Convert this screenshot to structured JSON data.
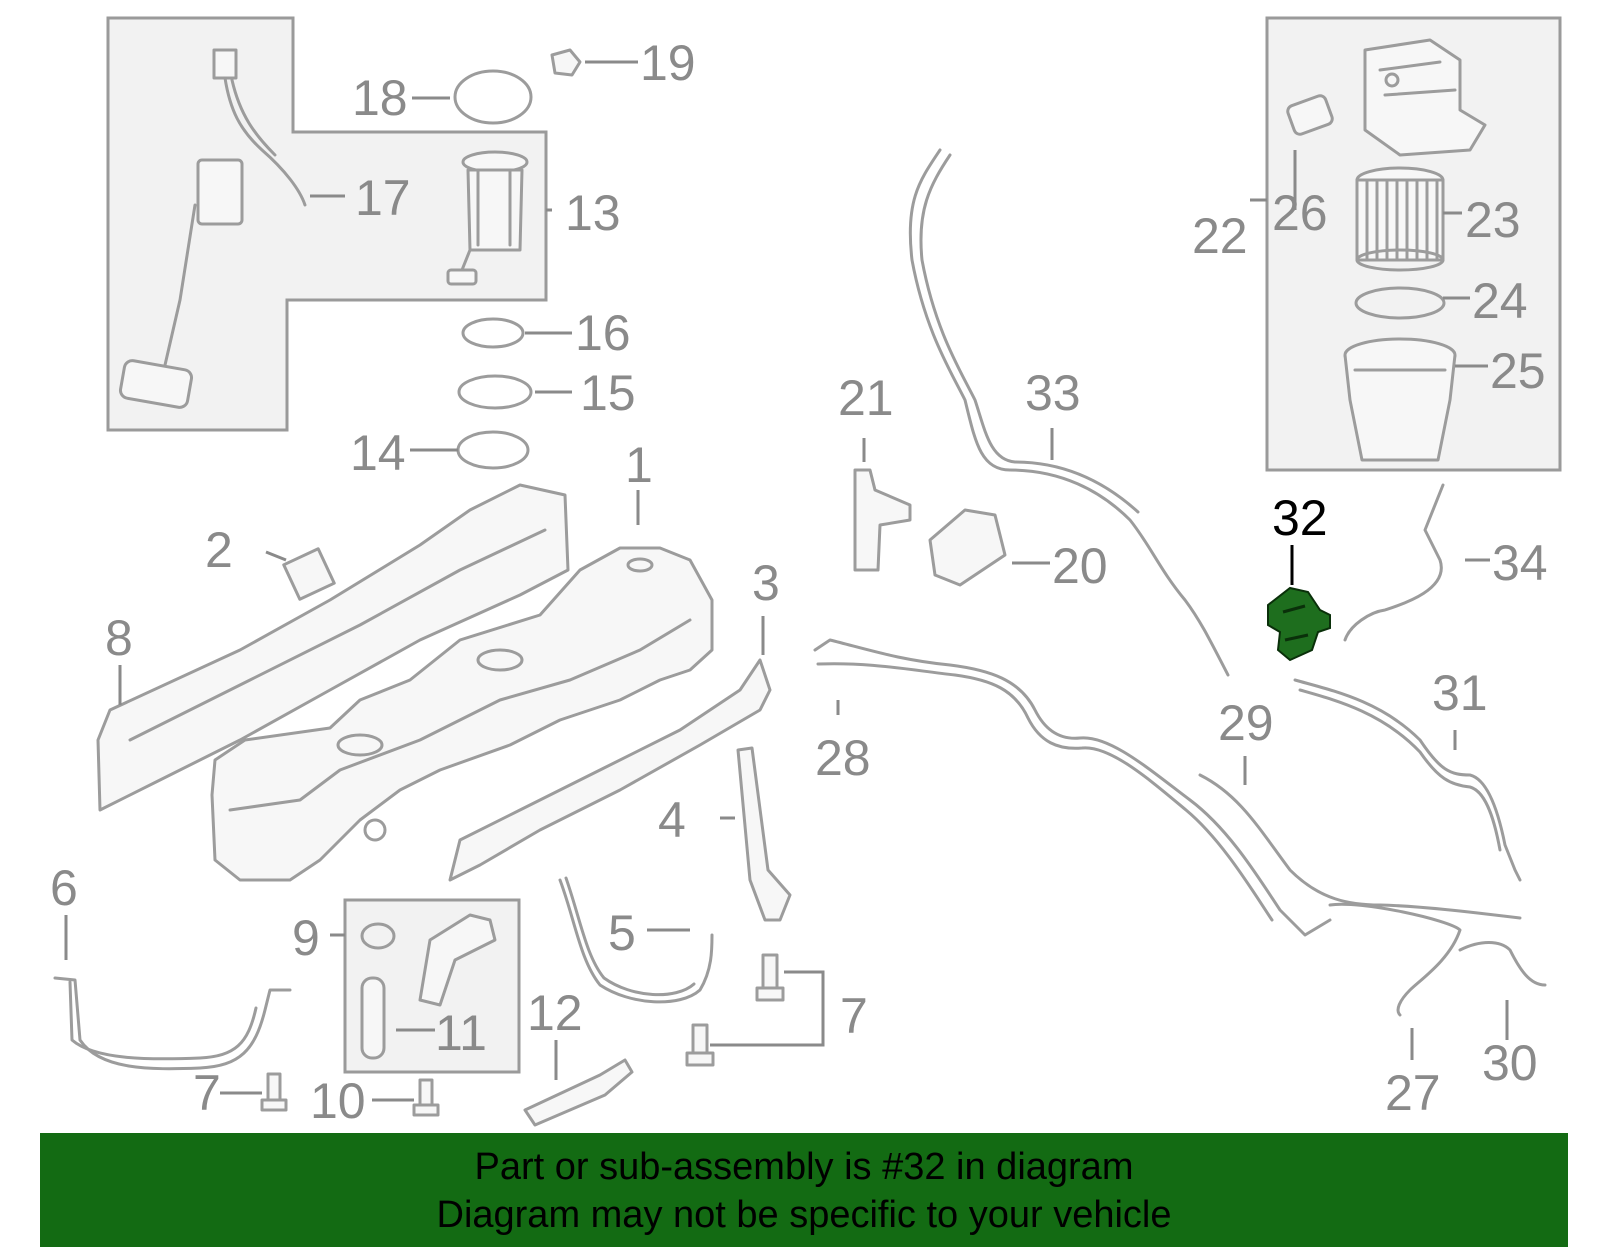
{
  "colors": {
    "banner_bg": "#136b13",
    "highlight_part": "#1e6e1e",
    "part_stroke": "#9c9c9c",
    "label_gray": "#8a8a8a"
  },
  "callouts": {
    "c1": "1",
    "c2": "2",
    "c3": "3",
    "c4": "4",
    "c5": "5",
    "c6": "6",
    "c7a": "7",
    "c7b": "7",
    "c8": "8",
    "c9": "9",
    "c10": "10",
    "c11": "11",
    "c12": "12",
    "c13": "13",
    "c14": "14",
    "c15": "15",
    "c16": "16",
    "c17": "17",
    "c18": "18",
    "c19": "19",
    "c20": "20",
    "c21": "21",
    "c22": "22",
    "c23": "23",
    "c24": "24",
    "c25": "25",
    "c26": "26",
    "c27": "27",
    "c28": "28",
    "c29": "29",
    "c30": "30",
    "c31": "31",
    "c32": "32",
    "c33": "33",
    "c34": "34"
  },
  "banner": {
    "line1": "Part or sub-assembly is #32 in diagram",
    "line2": "Diagram may not be specific to your vehicle"
  }
}
